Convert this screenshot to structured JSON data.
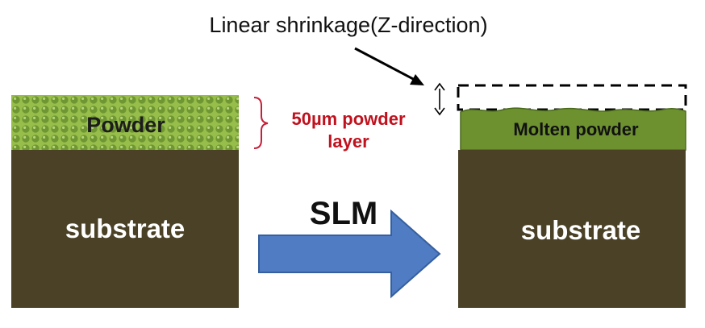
{
  "labels": {
    "shrinkage": "Linear shrinkage(Z-direction)",
    "powder": "Powder",
    "layer_line1": "50µm powder",
    "layer_line2": "layer",
    "molten": "Molten powder",
    "substrate_left": "substrate",
    "substrate_right": "substrate",
    "process": "SLM"
  },
  "colors": {
    "substrate": "#4a4126",
    "powder_bg": "#97bd4a",
    "powder_dot": "#6e9632",
    "molten": "#6e9130",
    "arrow_fill": "#4f7cc2",
    "arrow_stroke": "#355f9e",
    "layer_label": "#c0121e",
    "bracket": "#c4203a"
  },
  "icons": {
    "process_arrow": "right-block-arrow-icon",
    "shrinkage_dimension": "double-headed-arrow-icon"
  }
}
